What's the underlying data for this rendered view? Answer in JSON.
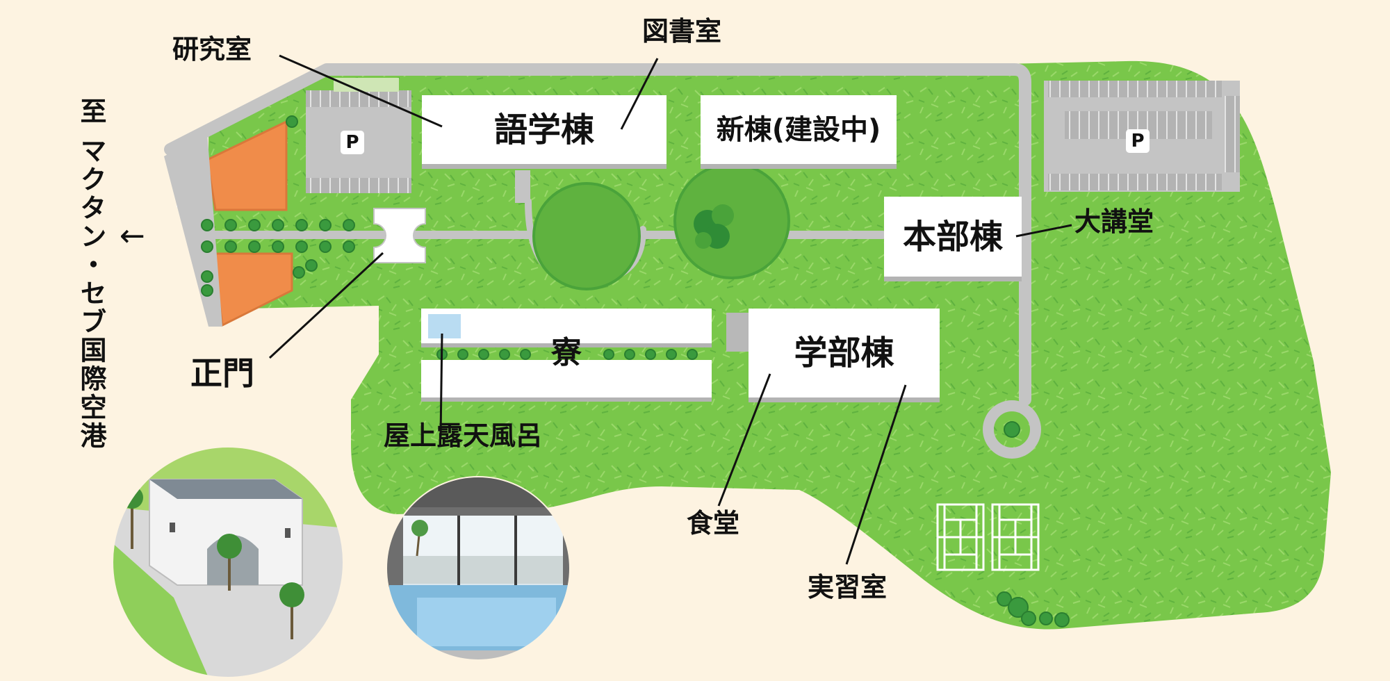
{
  "map": {
    "colors": {
      "background": "#fdf3e1",
      "lawn": "#79c74a",
      "road": "#c4c4c4",
      "building": "#ffffff",
      "parking_lot": "#f08c4a",
      "rooftop_bath": "#b9dcf2",
      "tree": "#3a9a3e"
    },
    "direction": {
      "text": "至 マクタン・セブ国際空港",
      "arrow": "←"
    },
    "labels": {
      "research_room": "研究室",
      "library": "図書室",
      "main_gate": "正門",
      "auditorium": "大講堂",
      "rooftop_bath": "屋上露天風呂",
      "cafeteria": "食堂",
      "practice_room": "実習室"
    },
    "buildings": {
      "language": "語学棟",
      "new": "新棟(建設中)",
      "headquarters": "本部棟",
      "dormitory": "寮",
      "faculty": "学部棟"
    },
    "parking": {
      "west": "P",
      "east": "P"
    }
  }
}
